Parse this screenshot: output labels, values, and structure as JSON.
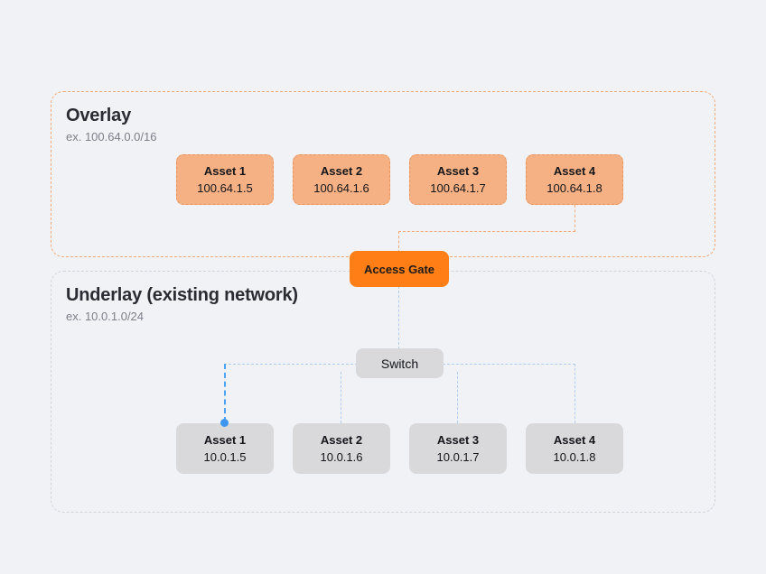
{
  "diagram": {
    "background_color": "#F1F2F6",
    "accent_color": "#FF7F16",
    "overlay_border_color": "#F2A977",
    "underlay_border_color": "#D2D4DB",
    "overlay_node_color": "#F5B183",
    "underlay_node_color": "#D9D9DB",
    "link_blue_color": "#AFCDF0",
    "active_link_color": "#4BA3F2"
  },
  "overlay": {
    "title": "Overlay",
    "subtitle": "ex. 100.64.0.0/16",
    "nodes": [
      {
        "name": "Asset 1",
        "ip": "100.64.1.5"
      },
      {
        "name": "Asset 2",
        "ip": "100.64.1.6"
      },
      {
        "name": "Asset 3",
        "ip": "100.64.1.7"
      },
      {
        "name": "Asset 4",
        "ip": "100.64.1.8"
      }
    ]
  },
  "underlay": {
    "title": "Underlay (existing network)",
    "subtitle": "ex. 10.0.1.0/24",
    "switch_label": "Switch",
    "nodes": [
      {
        "name": "Asset 1",
        "ip": "10.0.1.5"
      },
      {
        "name": "Asset 2",
        "ip": "10.0.1.6"
      },
      {
        "name": "Asset 3",
        "ip": "10.0.1.7"
      },
      {
        "name": "Asset 4",
        "ip": "10.0.1.8"
      }
    ]
  },
  "gateway": {
    "label": "Access Gate"
  }
}
